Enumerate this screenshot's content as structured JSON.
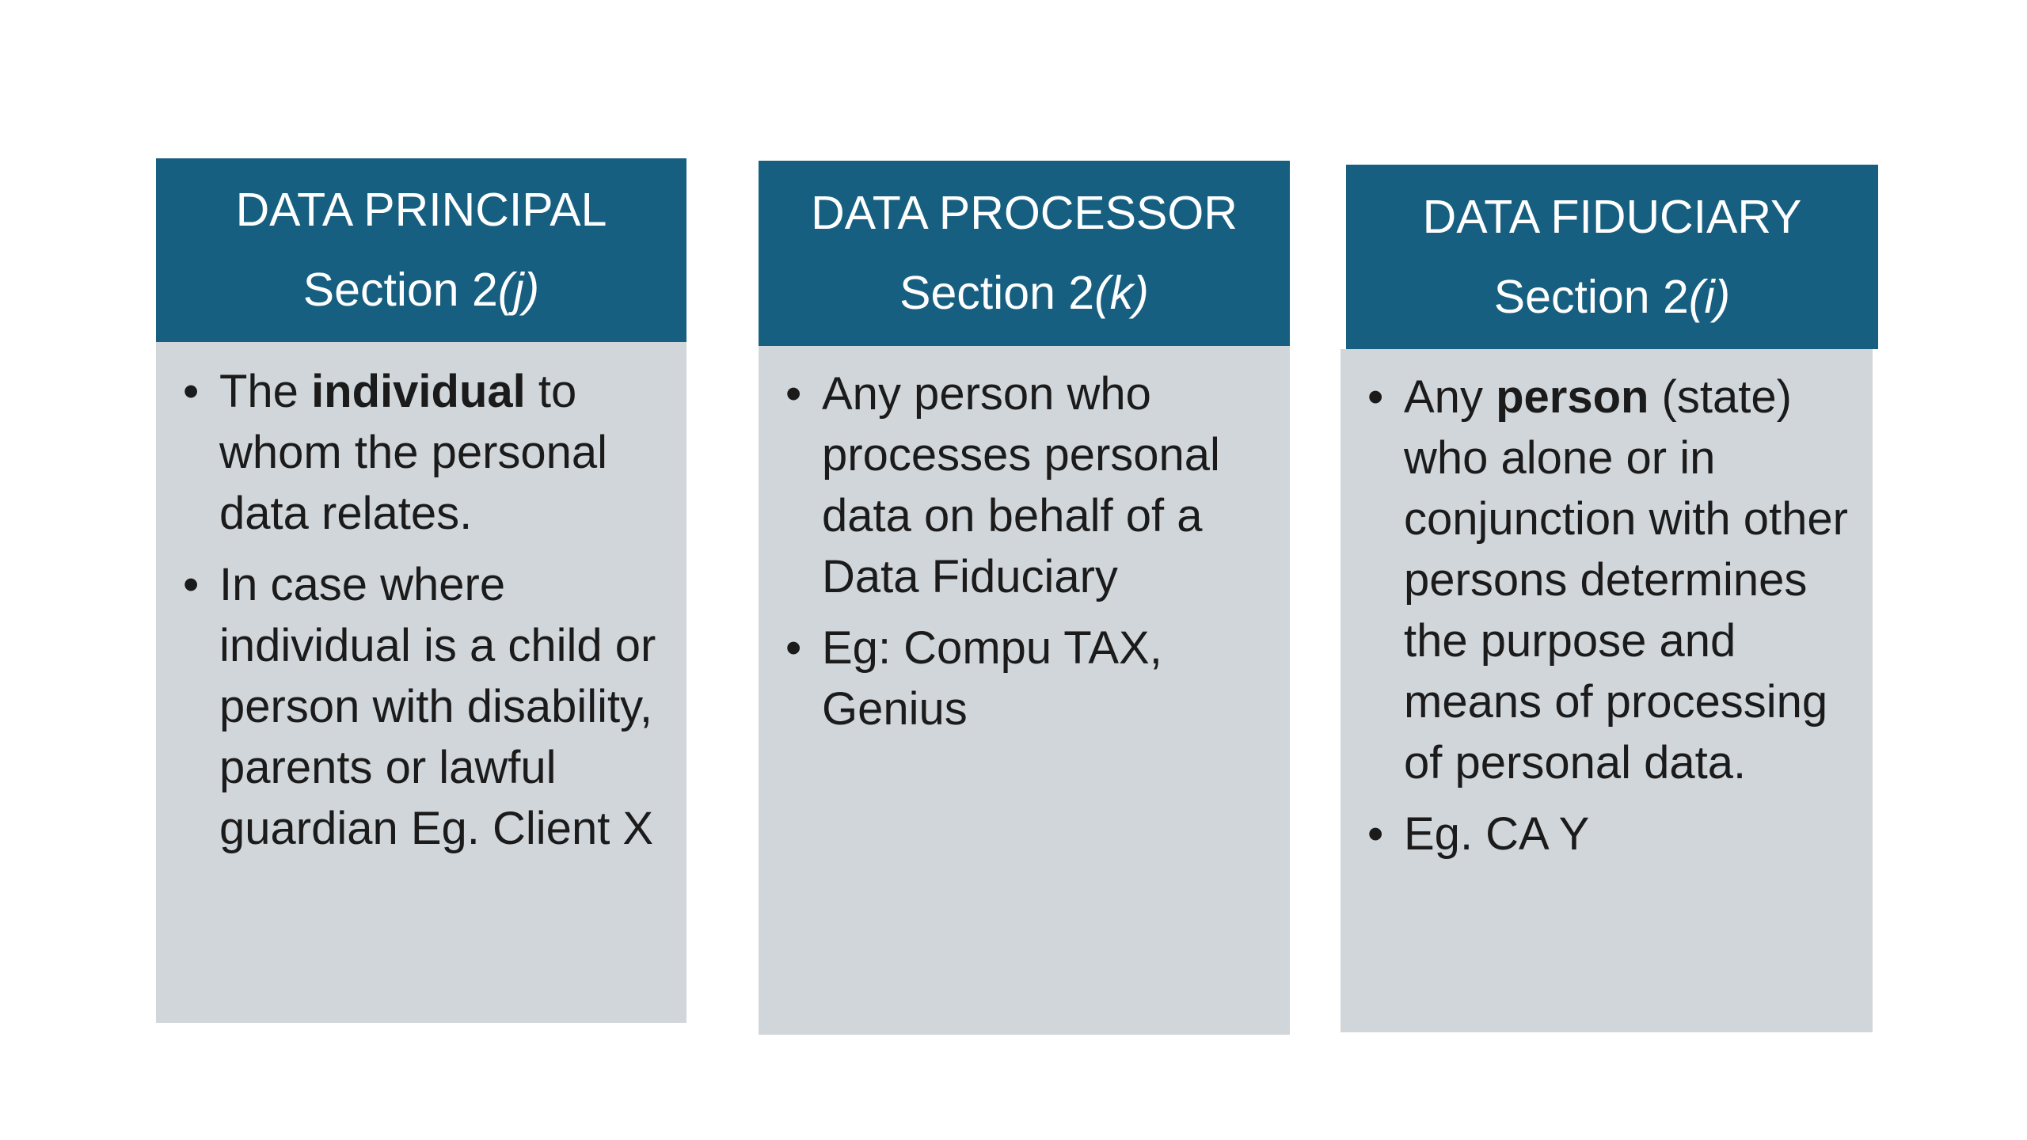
{
  "cards": [
    {
      "title": "DATA PRINCIPAL",
      "section_prefix": "Section 2",
      "section_arg": "(j)",
      "bullets": [
        {
          "pre": "The ",
          "bold": "individual",
          "post": " to whom the personal data relates."
        },
        {
          "pre": "In case where individual is a child or person with disability, parents or lawful guardian Eg. Client X",
          "bold": "",
          "post": ""
        }
      ]
    },
    {
      "title": "DATA PROCESSOR",
      "section_prefix": "Section 2",
      "section_arg": "(k)",
      "bullets": [
        {
          "pre": "Any person who processes personal data on behalf of a Data Fiduciary",
          "bold": "",
          "post": ""
        },
        {
          "pre": "Eg:  Compu  TAX, Genius",
          "bold": "",
          "post": ""
        }
      ]
    },
    {
      "title": "DATA FIDUCIARY",
      "section_prefix": "Section 2",
      "section_arg": "(i)",
      "bullets": [
        {
          "pre": "Any ",
          "bold": "person",
          "post": " (state) who alone or in conjunction with other persons determines the purpose and means of processing of personal data."
        },
        {
          "pre": "Eg. CA Y",
          "bold": "",
          "post": ""
        }
      ]
    }
  ],
  "colors": {
    "header_bg": "#175f80",
    "body_bg": "#d1d6da",
    "header_text": "#ffffff",
    "body_text": "#1b1b1b"
  }
}
